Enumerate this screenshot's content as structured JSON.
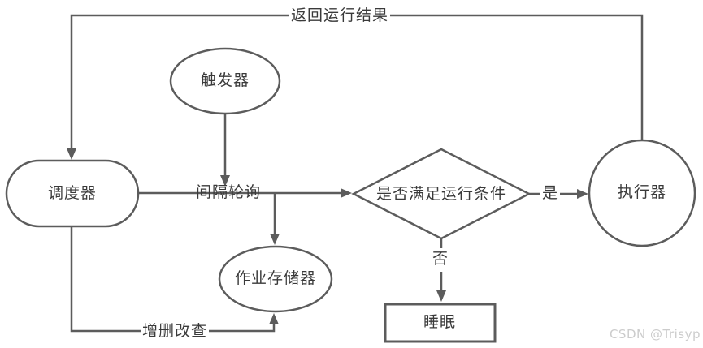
{
  "canvas": {
    "background": "#ffffff",
    "stroke_color": "#5c5c5c",
    "text_color": "#3a3a3a"
  },
  "nodes": {
    "trigger": {
      "label": "触发器",
      "shape": "ellipse"
    },
    "scheduler": {
      "label": "调度器",
      "shape": "rounded-rect"
    },
    "decision": {
      "label": "是否满足运行条件",
      "shape": "diamond"
    },
    "executor": {
      "label": "执行器",
      "shape": "circle"
    },
    "job_store": {
      "label": "作业存储器",
      "shape": "ellipse"
    },
    "sleep": {
      "label": "睡眠",
      "shape": "rect"
    }
  },
  "edges": {
    "return_result": {
      "label": "返回运行结果",
      "from": "executor",
      "to": "scheduler"
    },
    "interval_poll": {
      "label": "间隔轮询",
      "from": "scheduler",
      "to": "decision"
    },
    "trigger_down": {
      "label": "",
      "from": "trigger",
      "to": "interval_poll"
    },
    "poll_to_store": {
      "label": "",
      "from": "interval_poll",
      "to": "job_store"
    },
    "yes": {
      "label": "是",
      "from": "decision",
      "to": "executor"
    },
    "no": {
      "label": "否",
      "from": "decision",
      "to": "sleep"
    },
    "crud": {
      "label": "增删改查",
      "from": "scheduler",
      "to": "job_store"
    }
  },
  "watermark": {
    "text": "CSDN @Trisyp",
    "color": "#cccccc"
  }
}
